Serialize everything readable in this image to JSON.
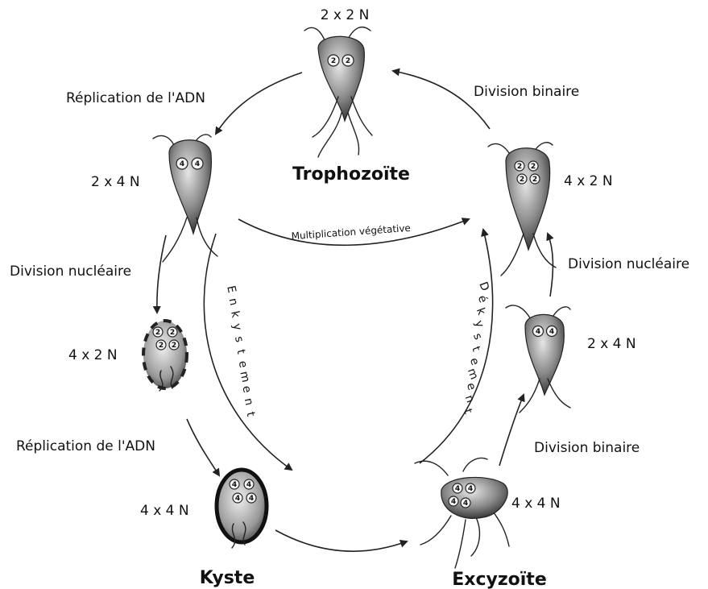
{
  "stages": {
    "trophozoite": {
      "name": "Trophozoïte",
      "ploidy": "2 x 2 N",
      "nuclei": [
        "2",
        "2"
      ]
    },
    "trophozoite_replicated": {
      "ploidy": "2 x 4 N",
      "nuclei": [
        "4",
        "4"
      ]
    },
    "cyst_precursor": {
      "ploidy": "4 x 2 N",
      "nuclei": [
        "2",
        "2",
        "2",
        "2"
      ]
    },
    "cyst": {
      "name": "Kyste",
      "ploidy": "4 x 4 N",
      "nuclei": [
        "4",
        "4",
        "4",
        "4"
      ]
    },
    "excyzoite": {
      "name": "Excyzoïte",
      "ploidy": "4 x 4 N",
      "nuclei": [
        "4",
        "4",
        "4",
        "4"
      ]
    },
    "daughter_right_lower": {
      "ploidy": "2 x 4 N",
      "nuclei": [
        "4",
        "4"
      ]
    },
    "daughter_right_upper": {
      "ploidy": "4 x 2 N",
      "nuclei": [
        "2",
        "2",
        "2",
        "2"
      ]
    }
  },
  "processes": {
    "replication_top": "Réplication de l'ADN",
    "replication_bottom": "Réplication de l'ADN",
    "division_nucleaire_left": "Division nucléaire",
    "division_nucleaire_right": "Division nucléaire",
    "division_binaire_top": "Division binaire",
    "division_binaire_bottom": "Division binaire",
    "multiplication": "Multiplication végétative",
    "enkystement": [
      "E",
      "n",
      "k",
      "y",
      "s",
      "t",
      "e",
      "m",
      "e",
      "n",
      "t"
    ],
    "dekystement": [
      "D",
      "é",
      "k",
      "y",
      "s",
      "t",
      "e",
      "m",
      "e",
      "n",
      "t"
    ]
  }
}
